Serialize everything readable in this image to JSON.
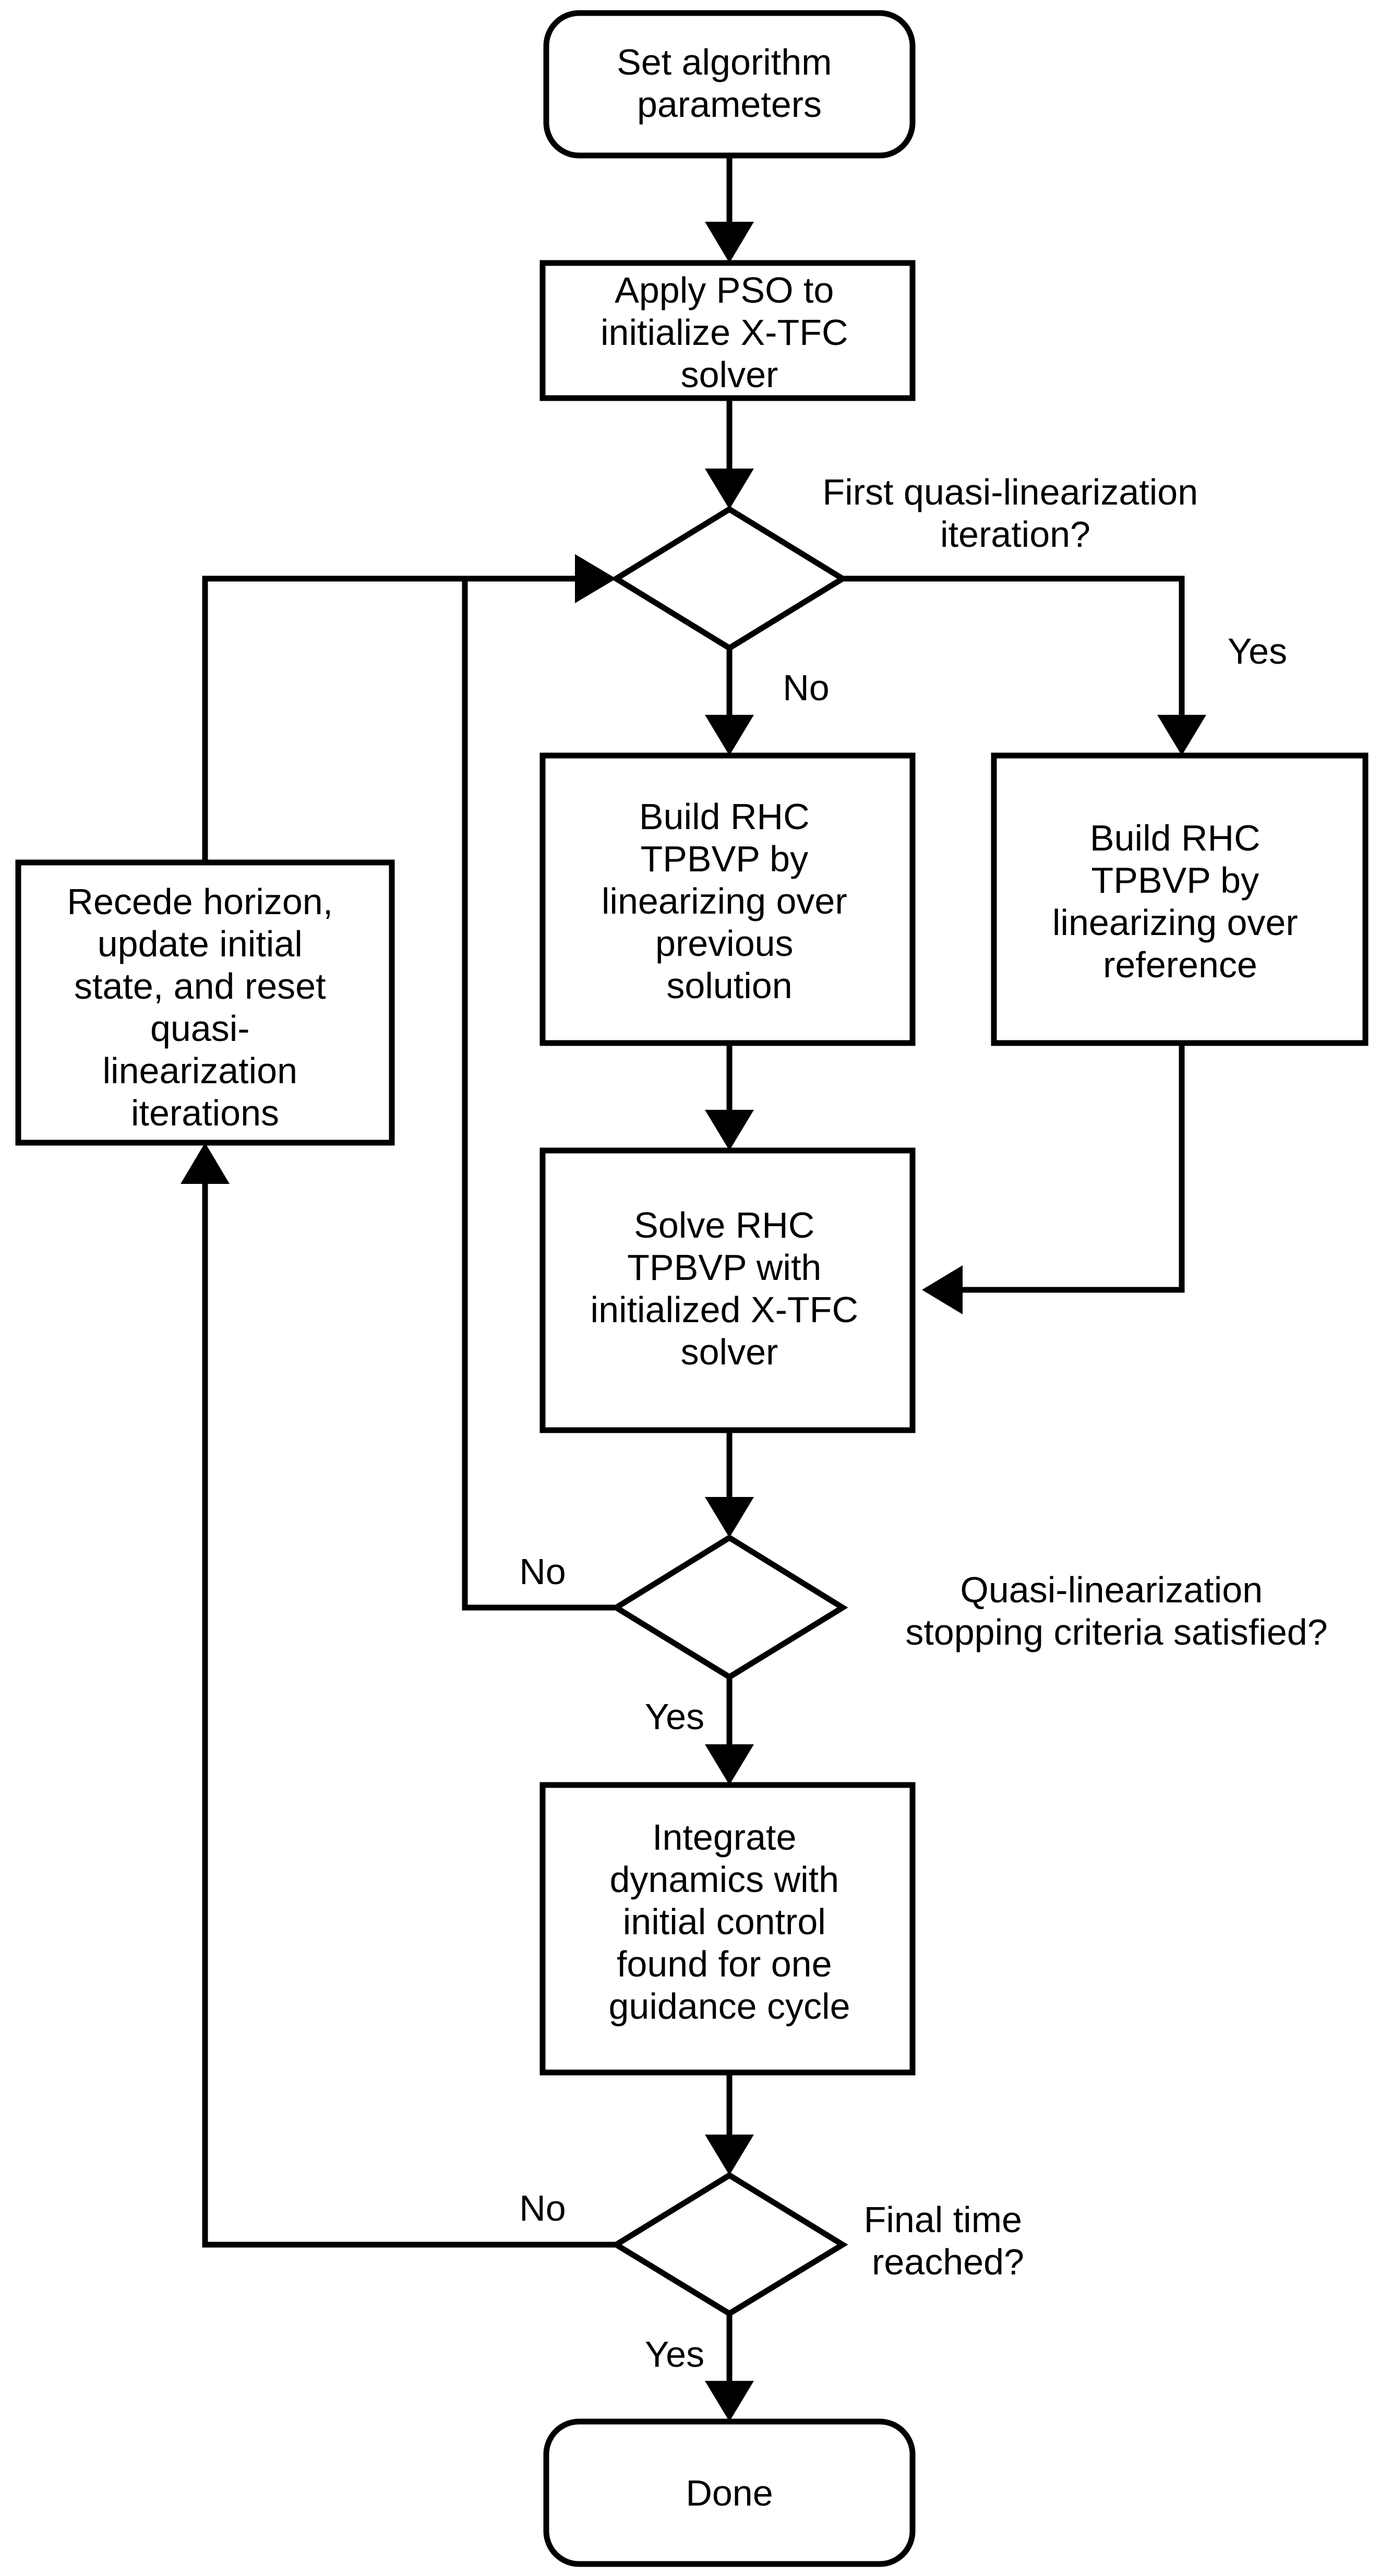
{
  "nodes": {
    "start": {
      "lines": [
        "Set algorithm",
        "parameters"
      ]
    },
    "pso": {
      "lines": [
        "Apply PSO to",
        "initialize X-TFC",
        "solver"
      ]
    },
    "decision_first": {
      "label_lines": [
        "First quasi-linearization",
        "iteration?"
      ]
    },
    "build_previous": {
      "lines": [
        "Build RHC",
        "TPBVP by",
        "linearizing over",
        "previous",
        "solution"
      ]
    },
    "build_reference": {
      "lines": [
        "Build RHC",
        "TPBVP by",
        "linearizing over",
        "reference"
      ]
    },
    "recede": {
      "lines": [
        "Recede horizon,",
        "update initial",
        "state, and reset",
        "quasi-",
        "linearization",
        "iterations"
      ]
    },
    "solve": {
      "lines": [
        "Solve RHC",
        "TPBVP with",
        "initialized X-TFC",
        "solver"
      ]
    },
    "decision_stop": {
      "label_lines": [
        "Quasi-linearization",
        "stopping criteria satisfied?"
      ]
    },
    "integrate": {
      "lines": [
        "Integrate",
        "dynamics with",
        "initial control",
        "found for one",
        "guidance cycle"
      ]
    },
    "decision_final": {
      "label_lines": [
        "Final time",
        "reached?"
      ]
    },
    "done": {
      "lines": [
        "Done"
      ]
    }
  },
  "edges": {
    "first_no": "No",
    "first_yes": "Yes",
    "stop_no": "No",
    "stop_yes": "Yes",
    "final_no": "No",
    "final_yes": "Yes"
  }
}
